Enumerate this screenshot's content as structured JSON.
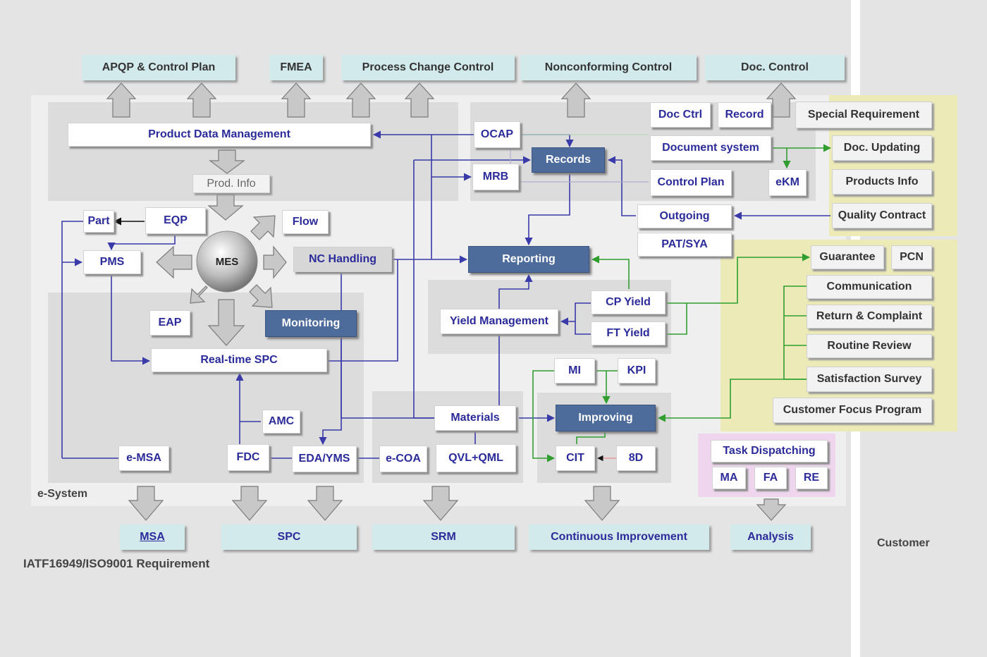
{
  "top_outputs": {
    "apqp": "APQP & Control Plan",
    "fmea": "FMEA",
    "pcc": "Process Change Control",
    "nc": "Nonconforming Control",
    "doc": "Doc. Control"
  },
  "pdm": "Product Data Management",
  "prod_info": "Prod. Info",
  "left": {
    "part": "Part",
    "eqp": "EQP",
    "pms": "PMS",
    "flow": "Flow",
    "mes": "MES",
    "eap": "EAP",
    "nc_handling": "NC Handling",
    "monitoring": "Monitoring",
    "realtime_spc": "Real-time SPC",
    "amc": "AMC",
    "emsa": "e-MSA",
    "fdc": "FDC",
    "eda": "EDA/YMS",
    "ecoa": "e-COA",
    "qvl": "QVL+QML",
    "materials": "Materials"
  },
  "center": {
    "ocap": "OCAP",
    "mrb": "MRB",
    "records": "Records",
    "reporting": "Reporting",
    "yield_mgmt": "Yield Management",
    "cp_yield": "CP Yield",
    "ft_yield": "FT Yield",
    "mi": "MI",
    "kpi": "KPI",
    "improving": "Improving",
    "cit": "CIT",
    "eightd": "8D"
  },
  "doc_area": {
    "doc_ctrl": "Doc Ctrl",
    "record": "Record",
    "document_system": "Document system",
    "control_plan": "Control Plan",
    "ekm": "eKM",
    "outgoing": "Outgoing",
    "pat": "PAT/SYA"
  },
  "customer_area": {
    "special": "Special Requirement",
    "doc_updating": "Doc. Updating",
    "products_info": "Products Info",
    "quality_contract": "Quality Contract",
    "guarantee": "Guarantee",
    "pcn": "PCN",
    "communication": "Communication",
    "return": "Return & Complaint",
    "routine": "Routine Review",
    "satisfaction": "Satisfaction Survey",
    "cfp": "Customer Focus Program"
  },
  "analysis_area": {
    "task": "Task Dispatching",
    "ma": "MA",
    "fa": "FA",
    "re": "RE"
  },
  "bottom_outputs": {
    "msa": "MSA",
    "spc": "SPC",
    "srm": "SRM",
    "ci": "Continuous Improvement",
    "analysis": "Analysis"
  },
  "labels": {
    "esystem": "e-System",
    "iatf": "IATF16949/ISO9001 Requirement",
    "customer": "Customer"
  },
  "colors": {
    "blue_line": "#3a3aa8",
    "green_line": "#2f9e2f",
    "dark_box": "#4e6c9b",
    "customer_zone": "#ecebb7",
    "analysis_zone": "#efd6ee"
  }
}
